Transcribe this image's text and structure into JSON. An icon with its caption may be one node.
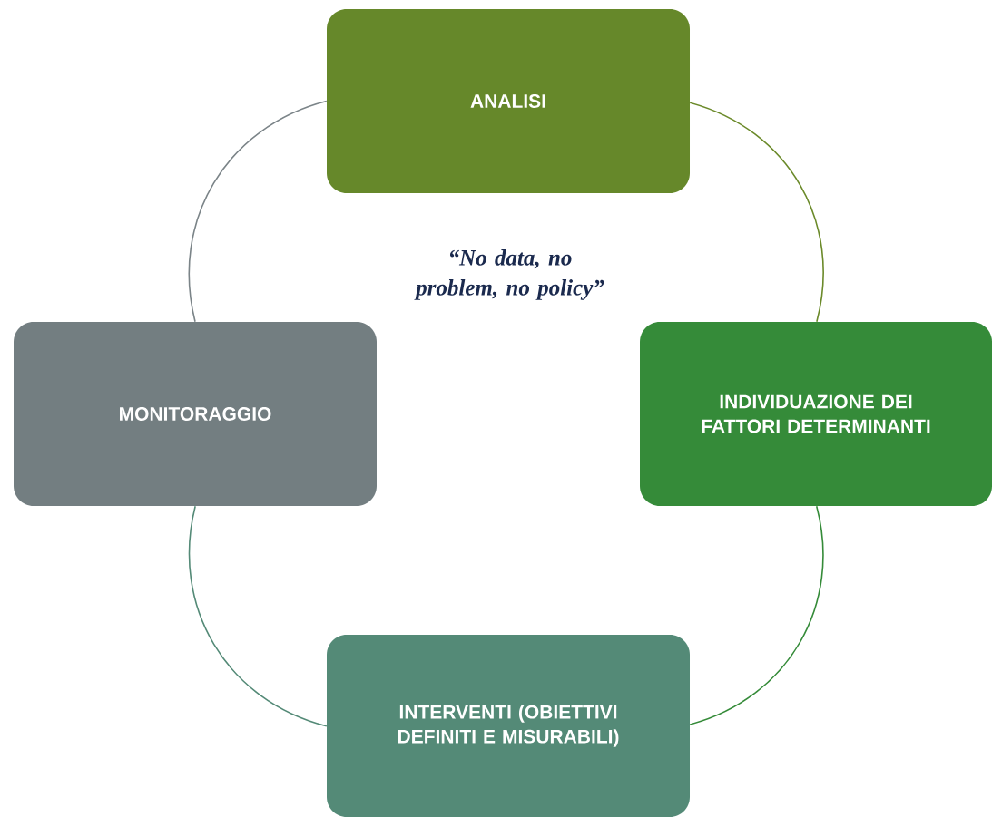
{
  "diagram": {
    "nodes": [
      {
        "text": [
          "ANALISI"
        ]
      },
      {
        "text": [
          "INDIVIDUAZIONE DEI FATTORI DETERMINANTI"
        ]
      },
      {
        "text": [
          "INTERVENTI (OBIETTIVI DEFINITI E MISURABILI)"
        ]
      },
      {
        "text": [
          "MONITORAGGIO"
        ]
      }
    ],
    "edges": [
      {
        "from": 0,
        "to": 1,
        "arrow": "none",
        "color": "#6b8a2a"
      },
      {
        "from": 1,
        "to": 2,
        "arrow": "none",
        "color": "#358b39"
      },
      {
        "from": 2,
        "to": 3,
        "arrow": "none",
        "color": "#548a77"
      },
      {
        "from": 3,
        "to": 0,
        "arrow": "none",
        "color": "#7b8488"
      }
    ],
    "labels": [
      "“No data, no problem, no policy”"
    ]
  }
}
